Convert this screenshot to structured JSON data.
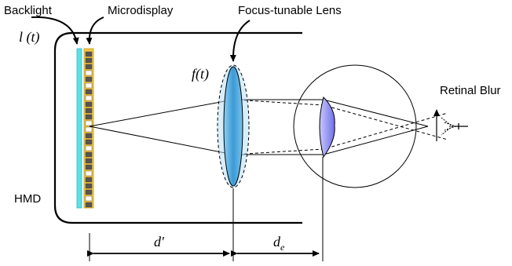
{
  "labels": {
    "backlight": "Backlight",
    "microdisplay": "Microdisplay",
    "lens": "Focus-tunable Lens",
    "retinal_blur": "Retinal Blur",
    "hmd": "HMD",
    "l_t": "l (t)",
    "f_t": "f(t)",
    "d_prime": "d′",
    "d_e": "d_e"
  },
  "colors": {
    "backlight": "#5de0e6",
    "microdisplay_frame": "#f4c542",
    "pixel_dark": "#555555",
    "lens_fill": "#4aa6d9",
    "eye_lens_fill": "#8c8cf0",
    "stroke": "#000000"
  }
}
